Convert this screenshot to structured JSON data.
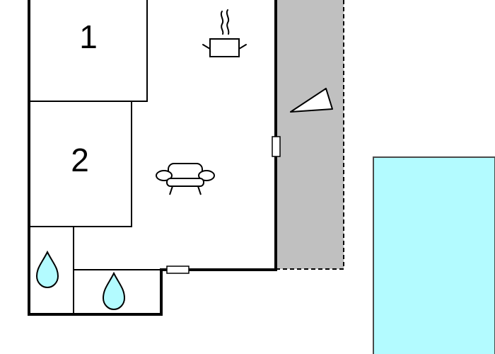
{
  "floor_plan": {
    "rooms": [
      {
        "id": "bedroom-1",
        "label": "1"
      },
      {
        "id": "bedroom-2",
        "label": "2"
      }
    ],
    "icons": [
      "cooking-pot-icon",
      "armchair-icon",
      "water-drop-icon",
      "water-drop-icon",
      "compass-arrow-icon"
    ],
    "areas": [
      "terrace",
      "swimming-pool"
    ],
    "colors": {
      "wall": "#000000",
      "terrace": "#c0c0c0",
      "pool": "#b3fbff",
      "pool_border": "#4a4a4a",
      "drop_fill": "#b3fbff"
    }
  }
}
